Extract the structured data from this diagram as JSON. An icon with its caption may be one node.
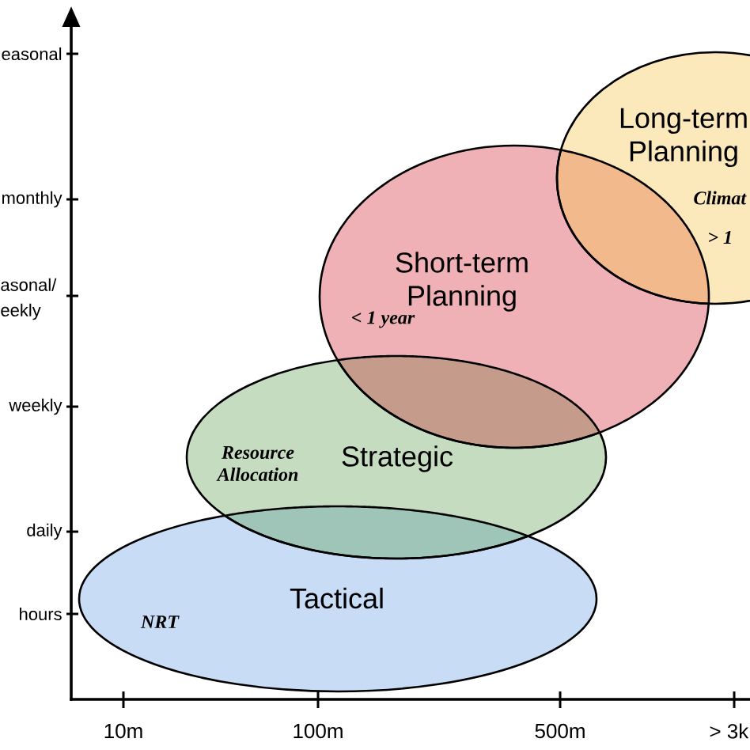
{
  "diagram": {
    "nodes": [
      {
        "text": [
          "Long-term Planning",
          "Climat",
          "> 1"
        ]
      },
      {
        "text": [
          "Short-term Planning",
          "< 1 year"
        ]
      },
      {
        "text": [
          "Resource Allocation",
          "Strategic"
        ]
      },
      {
        "text": [
          "Tactical",
          "NRT"
        ]
      }
    ],
    "labels": [
      "easonal",
      "monthly",
      "asonal/ eekly",
      "weekly",
      "daily",
      "hours",
      "10m",
      "100m",
      "500m",
      "> 3k"
    ]
  }
}
